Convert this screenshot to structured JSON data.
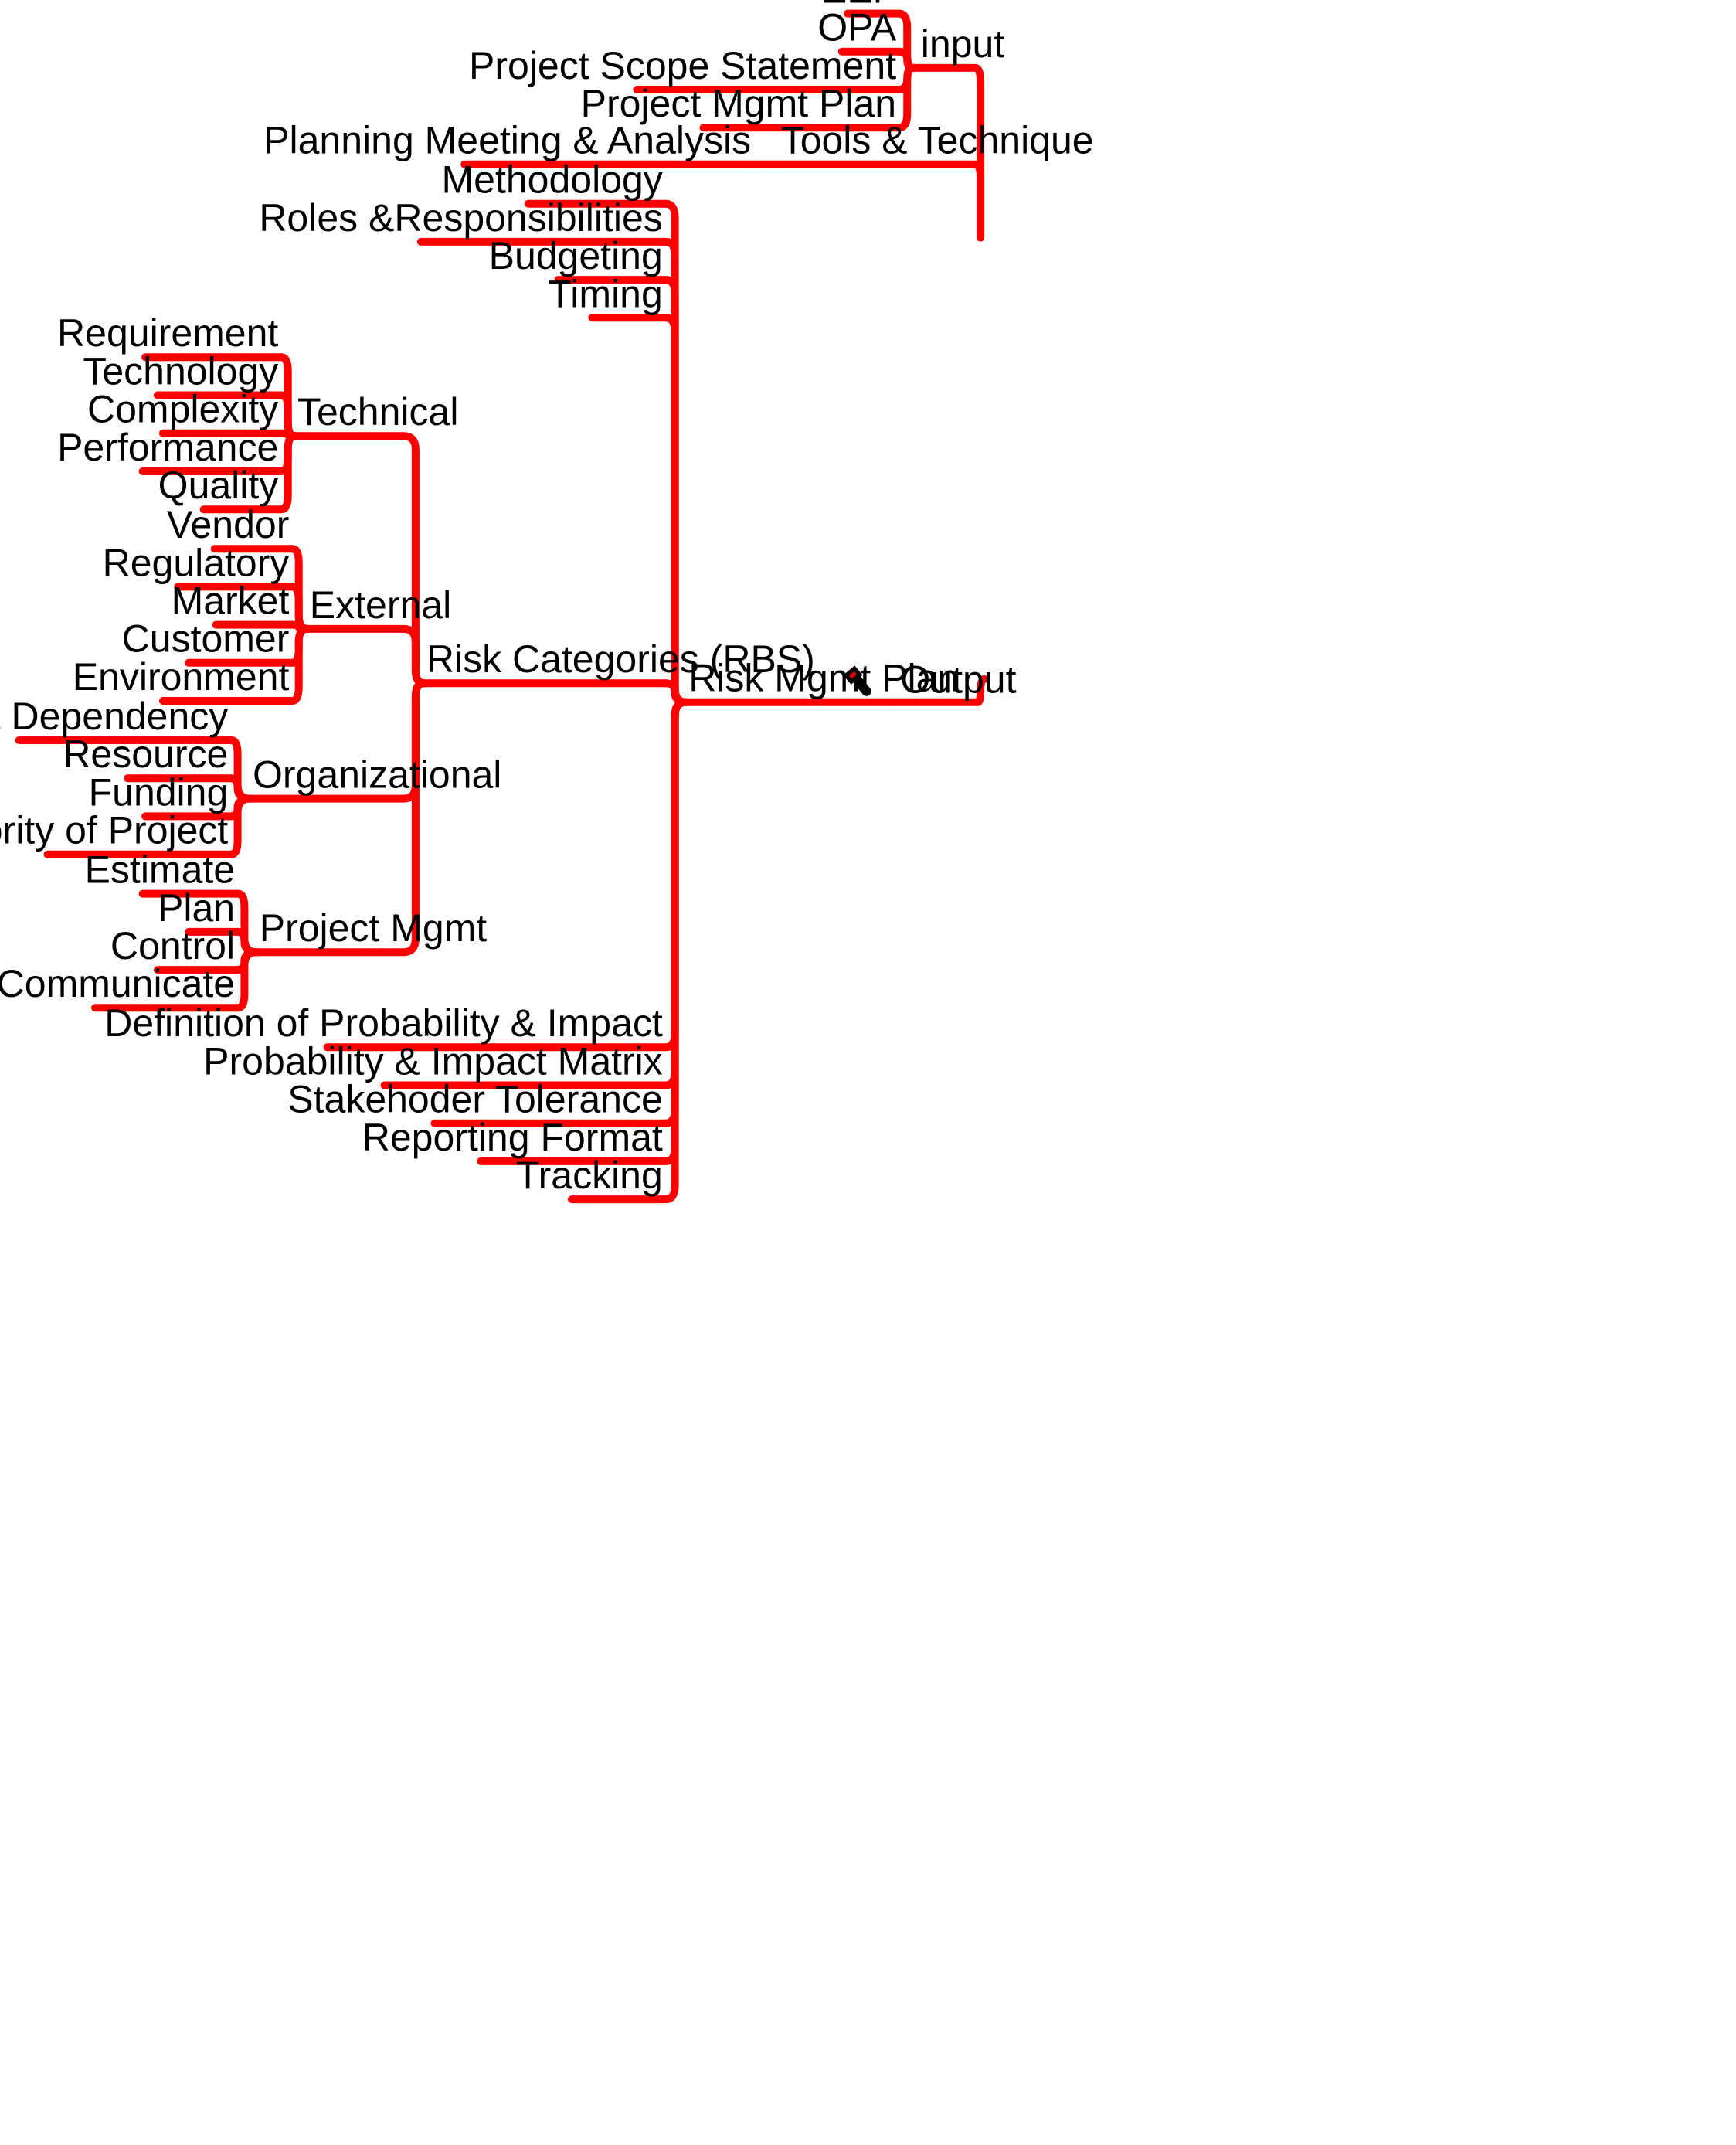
{
  "central": {
    "label": "Risk Mgmt Plan",
    "icon": "gavel-icon"
  },
  "output": "Output",
  "input": {
    "label": "input",
    "items": [
      "EEF",
      "OPA",
      "Project Scope Statement",
      "Project Mgmt Plan"
    ]
  },
  "tools": {
    "label": "Tools & Technique",
    "items": [
      "Planning Meeting & Analysis"
    ]
  },
  "sections_top": [
    "Methodology",
    "Roles &Responsibilities",
    "Budgeting",
    "Timing"
  ],
  "risk_categories": {
    "label": "Risk Categories (RBS)",
    "groups": [
      {
        "label": "Technical",
        "items": [
          "Requirement",
          "Technology",
          "Complexity",
          "Performance",
          "Quality"
        ]
      },
      {
        "label": "External",
        "items": [
          "Vendor",
          "Regulatory",
          "Market",
          "Customer",
          "Environment"
        ]
      },
      {
        "label": "Organizational",
        "items": [
          "Project Dependency",
          "Resource",
          "Funding",
          "Priority of Project"
        ]
      },
      {
        "label": "Project Mgmt",
        "items": [
          "Estimate",
          "Plan",
          "Control",
          "Communicate"
        ]
      }
    ]
  },
  "sections_bottom": [
    "Definition of Probability & Impact",
    "Probability & Impact Matrix",
    "Stakehoder Tolerance",
    "Reporting Format",
    "Tracking"
  ],
  "colors": {
    "branch": "#ff0000",
    "text": "#000000",
    "background": "#ffffff"
  }
}
